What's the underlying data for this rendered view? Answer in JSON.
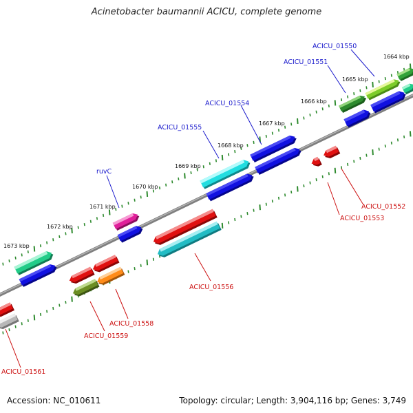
{
  "title": "Acinetobacter baumannii ACICU, complete genome",
  "footer": {
    "accession": "Accession: NC_010611",
    "summary": "Topology: circular; Length: 3,904,116 bp; Genes: 3,749"
  },
  "colors": {
    "backbone": "#8c8c8c",
    "tick": "#2d8a2d",
    "forward_label": "#1a1acc",
    "reverse_label": "#cc1111"
  },
  "ticks": [
    "1664 kbp",
    "1665 kbp",
    "1666 kbp",
    "1667 kbp",
    "1668 kbp",
    "1669 kbp",
    "1670 kbp",
    "1671 kbp",
    "1672 kbp",
    "1673 kbp"
  ],
  "forward_labels": [
    "ACICU_01550",
    "ACICU_01551",
    "ACICU_01554",
    "ACICU_01555",
    "ruvC"
  ],
  "reverse_labels": [
    "ACICU_01552",
    "ACICU_01553",
    "ACICU_01556",
    "ACICU_01558",
    "ACICU_01559",
    "ACICU_01561"
  ]
}
